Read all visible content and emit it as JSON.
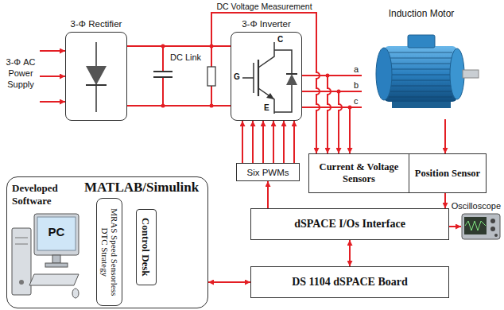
{
  "diagram": {
    "nodes": [
      {
        "text": [
          "3-Φ Rectifier"
        ]
      },
      {
        "text": [
          "3-Φ Inverter"
        ]
      },
      {
        "text": [
          "Induction Motor"
        ]
      },
      {
        "text": [
          "Six PWMs"
        ]
      },
      {
        "text": [
          "Current & Voltage Sensors"
        ]
      },
      {
        "text": [
          "Position Sensor"
        ]
      },
      {
        "text": [
          "MATLAB/Simulink"
        ]
      },
      {
        "text": [
          "Developed Software",
          "PC"
        ],
        "in": 6
      },
      {
        "text": [
          "MRAS Speed Sensorless DTC Strategy"
        ],
        "in": 6
      },
      {
        "text": [
          "Control Desk"
        ],
        "in": 6
      },
      {
        "text": [
          "dSPACE I/Os Interface"
        ]
      },
      {
        "text": [
          "Oscilloscope"
        ]
      },
      {
        "text": [
          "DS 1104 dSPACE Board"
        ]
      }
    ],
    "edges": [
      {
        "from": 0,
        "to": 1,
        "arrow": "none"
      },
      {
        "from": 1,
        "to": 2,
        "arrow": "none"
      },
      {
        "from": 3,
        "to": 1,
        "arrow": "to"
      },
      {
        "from": 2,
        "to": 5,
        "arrow": "to"
      },
      {
        "from": 5,
        "to": 10,
        "arrow": "to"
      },
      {
        "from": 10,
        "to": 3,
        "arrow": "to"
      },
      {
        "from": 10,
        "to": 11,
        "arrow": "to"
      },
      {
        "from": 10,
        "to": 12,
        "arrow": "both"
      },
      {
        "from": 12,
        "to": 6,
        "arrow": "both"
      },
      {
        "from": 7,
        "to": 8,
        "arrow": "both"
      },
      {
        "from": 8,
        "to": 9,
        "arrow": "both"
      }
    ],
    "labels": [
      "3-Φ AC Power Supply",
      "DC Link",
      "DC Voltage Measurement",
      "G",
      "C",
      "E",
      "a",
      "b",
      "c"
    ]
  }
}
